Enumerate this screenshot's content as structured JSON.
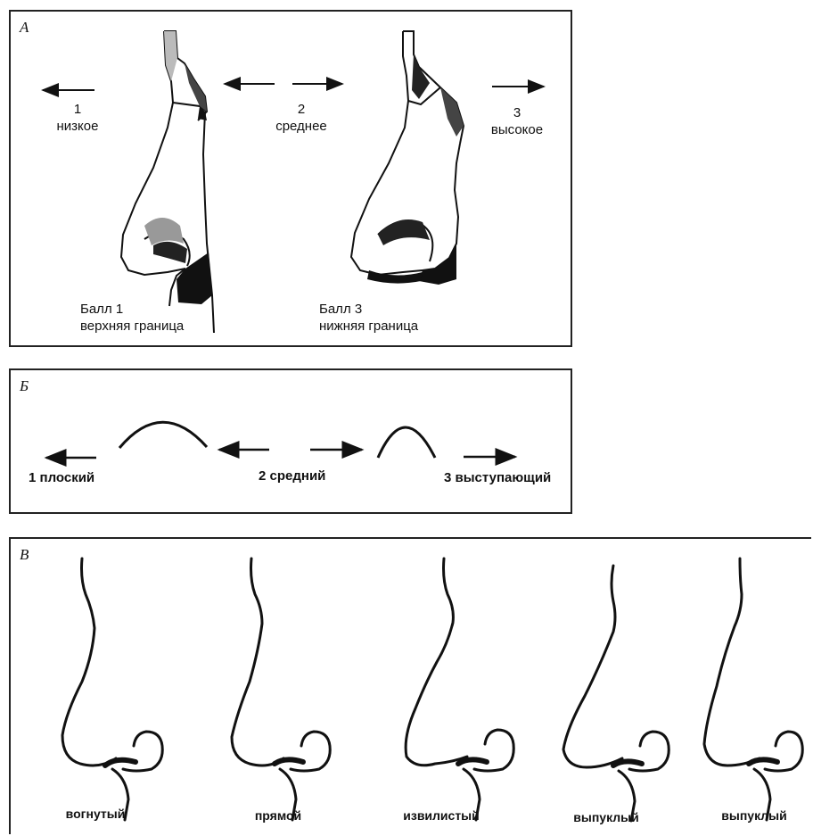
{
  "panel_a": {
    "letter": "А",
    "levels": [
      {
        "num": "1",
        "label": "низкое"
      },
      {
        "num": "2",
        "label": "среднее"
      },
      {
        "num": "3",
        "label": "высокое"
      }
    ],
    "score_left": {
      "line1": "Балл 1",
      "line2": "верхняя граница"
    },
    "score_right": {
      "line1": "Балл 3",
      "line2": "нижняя граница"
    }
  },
  "panel_b": {
    "letter": "Б",
    "labels": [
      "1 плоский",
      "2 средний",
      "3 выступающий"
    ]
  },
  "panel_c": {
    "letter": "В",
    "profiles": [
      "вогнутый",
      "прямой",
      "извилистый",
      "выпуклый",
      "выпуклый"
    ]
  }
}
